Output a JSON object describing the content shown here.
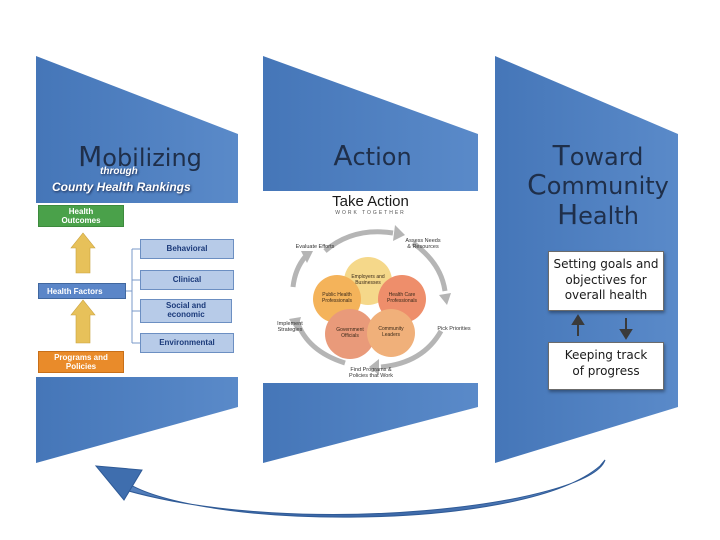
{
  "panels": {
    "mobilizing": {
      "title_first": "M",
      "title_rest": "obilizing",
      "subtitle_small": "through",
      "subtitle": "County Health Rankings"
    },
    "action": {
      "title_first": "A",
      "title_rest": "ction"
    },
    "toward": {
      "line1_first": "T",
      "line1_rest": "oward",
      "line2_first": "C",
      "line2_rest": "ommunity",
      "line3_first": "H",
      "line3_rest": "ealth"
    }
  },
  "chr_model": {
    "health_outcomes": "Health\nOutcomes",
    "behavioral": "Behavioral",
    "clinical": "Clinical",
    "health_factors": "Health Factors",
    "social_economic": "Social and\neconomic",
    "environmental": "Environmental",
    "programs_policies": "Programs and\nPolicies"
  },
  "take_action": {
    "title": "Take Action",
    "subtitle": "WORK TOGETHER",
    "evaluate": "Evaluate Efforts",
    "assess": "Assess Needs\n& Resources",
    "pick": "Pick Priorities",
    "find": "Find Programs &\nPolicies that Work",
    "implement": "Implement\nStrategies",
    "employers": "Employers and\nBusinesses",
    "public_health": "Public Health\nProfessionals",
    "health_care": "Health Care\nProfessionals",
    "government": "Government\nOfficials",
    "community": "Community\nLeaders"
  },
  "goals_box": "Setting goals and\nobjectives for\noverall health",
  "tracking_box": "Keeping track\nof progress",
  "colors": {
    "panel_blue": "#4f7fbf",
    "panel_blue_dark": "#3e6aa8",
    "arrow_blue": "#4a7cc0"
  }
}
